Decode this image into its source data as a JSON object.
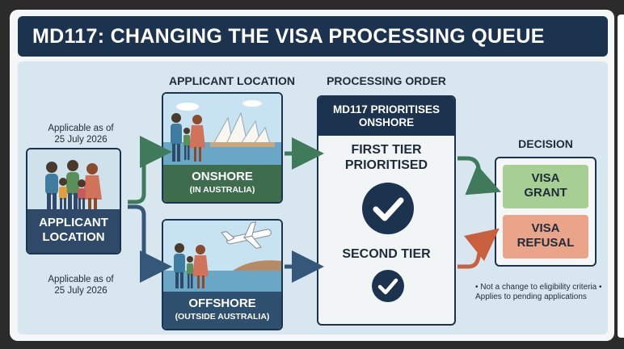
{
  "title": "MD117: CHANGING THE VISA PROCESSING QUEUE",
  "headers": {
    "applicant_location": "APPLICANT LOCATION",
    "processing_order": "PROCESSING ORDER",
    "decision": "DECISION"
  },
  "applicable_top": "Applicable as of\n25 July 2026",
  "applicable_bottom": "Applicable as of\n25 July 2026",
  "applicant_box": {
    "label": "APPLICANT\nLOCATION"
  },
  "onshore": {
    "label": "ONSHORE",
    "sub": "(IN AUSTRALIA)"
  },
  "offshore": {
    "label": "OFFSHORE",
    "sub": "(OUTSIDE AUSTRALIA)"
  },
  "processing": {
    "head": "MD117 PRIORITISES\nONSHORE",
    "tier1": "FIRST TIER\nPRIORITISED",
    "tier2": "SECOND TIER"
  },
  "decision": {
    "grant": "VISA\nGRANT",
    "refusal": "VISA\nREFUSAL"
  },
  "note": "• Not a change to eligibility criteria  • Applies to pending applications",
  "colors": {
    "navy": "#1c3350",
    "green_arrow": "#3f7a5a",
    "blue_arrow": "#35587a",
    "orange_arrow": "#c8603f",
    "grant": "#a8cf93",
    "refusal": "#e9a48a"
  },
  "icons": [
    "family-icon",
    "opera-house-icon",
    "airplane-icon",
    "checkmark-icon"
  ]
}
